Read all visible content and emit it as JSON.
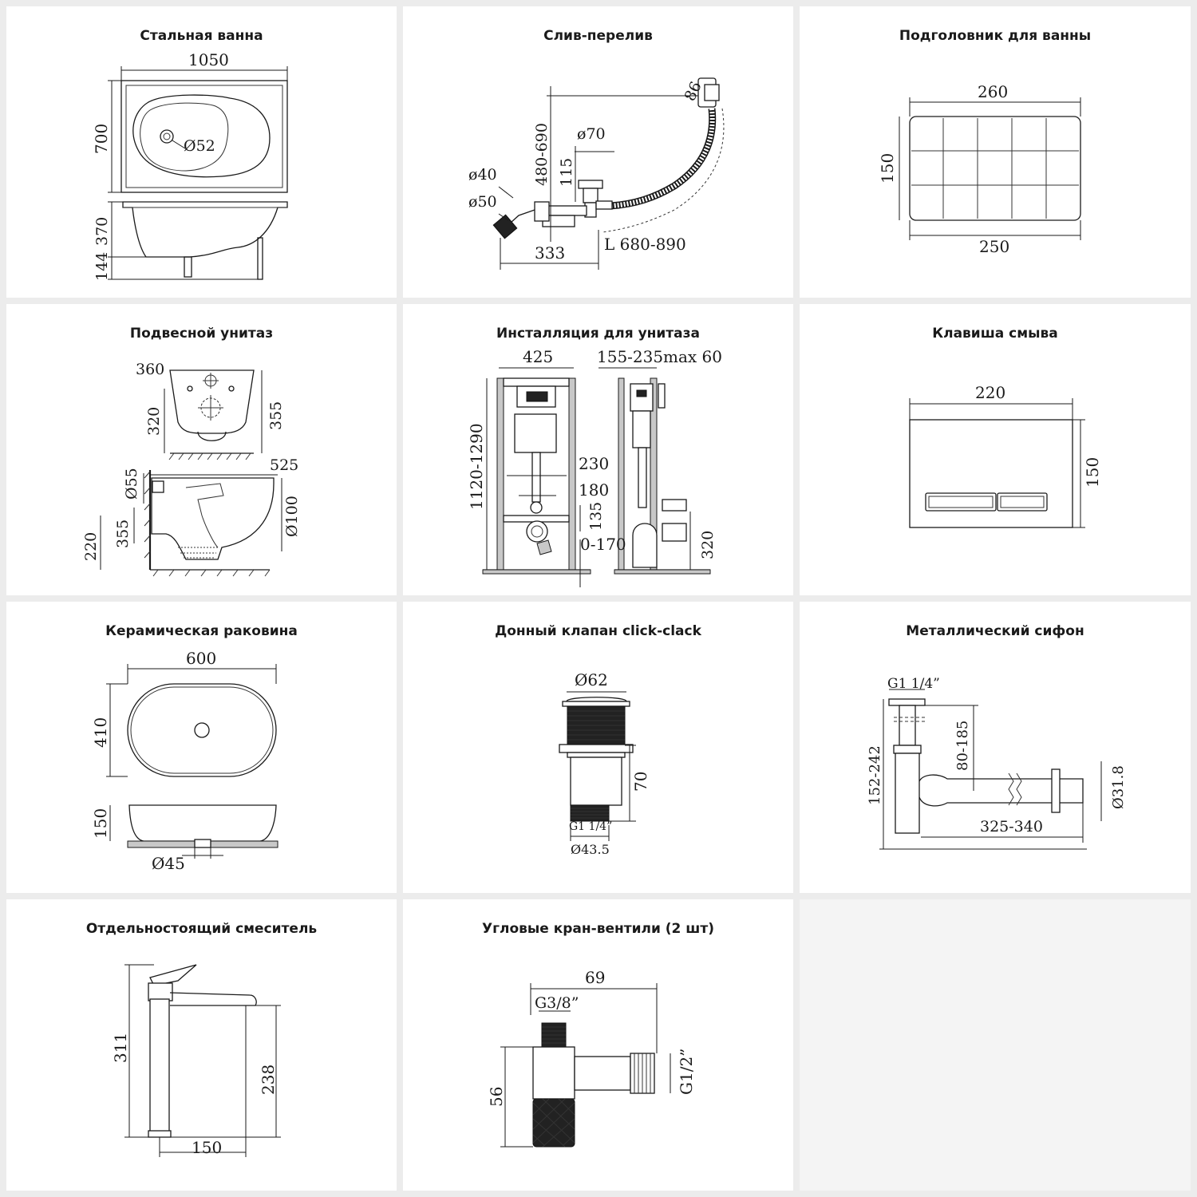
{
  "panels": [
    {
      "title": "Стальная ванна",
      "dims": [
        "1050",
        "700",
        "Ø52",
        "370",
        "144"
      ]
    },
    {
      "title": "Слив-перелив",
      "dims": [
        "86",
        "480-690",
        "ø70",
        "115",
        "ø40",
        "ø50",
        "333",
        "L 680-890"
      ]
    },
    {
      "title": "Подголовник для ванны",
      "dims": [
        "260",
        "150",
        "250"
      ]
    },
    {
      "title": "Подвесной унитаз",
      "dims": [
        "360",
        "320",
        "355",
        "Ø55",
        "525",
        "Ø100",
        "355",
        "220"
      ]
    },
    {
      "title": "Инсталляция для унитаза",
      "dims": [
        "425",
        "155-235",
        "max 60",
        "1120-1290",
        "230",
        "180",
        "135",
        "0-170",
        "320"
      ]
    },
    {
      "title": "Клавиша смыва",
      "dims": [
        "220",
        "150"
      ]
    },
    {
      "title": "Керамическая раковина",
      "dims": [
        "600",
        "410",
        "150",
        "Ø45"
      ]
    },
    {
      "title": "Донный клапан click-clack",
      "dims": [
        "Ø62",
        "70",
        "G1 1/4”",
        "Ø43.5"
      ]
    },
    {
      "title": "Металлический сифон",
      "dims": [
        "G1 1/4”",
        "80-185",
        "152-242",
        "Ø31.8",
        "325-340"
      ]
    },
    {
      "title": "Отдельностоящий смеситель",
      "dims": [
        "311",
        "238",
        "150"
      ]
    },
    {
      "title": "Угловые кран-вентили (2 шт)",
      "dims": [
        "69",
        "G3/8”",
        "56",
        "G1/2”"
      ]
    }
  ]
}
